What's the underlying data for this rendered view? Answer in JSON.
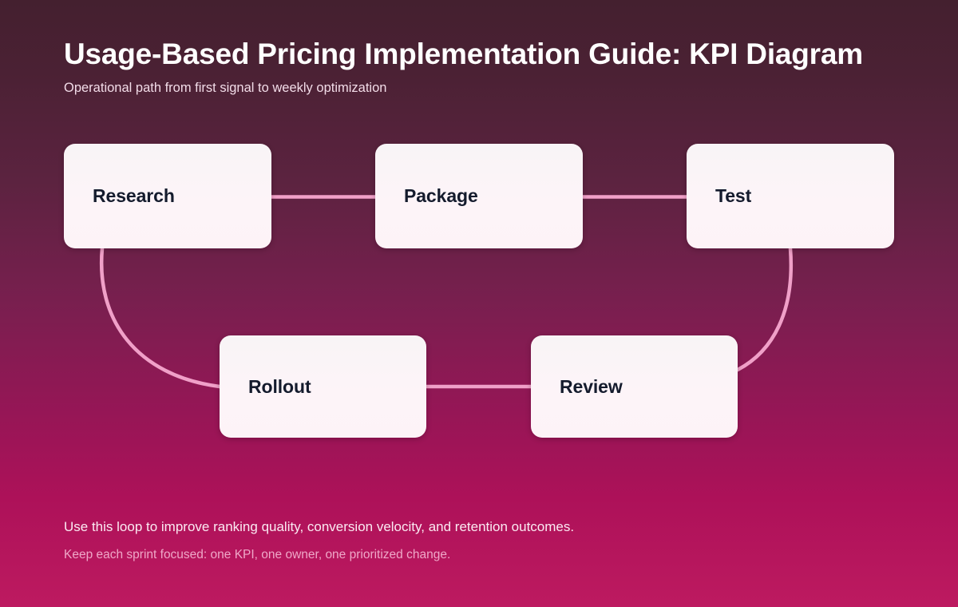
{
  "header": {
    "title": "Usage-Based Pricing Implementation Guide: KPI Diagram",
    "subtitle": "Operational path from first signal to weekly optimization"
  },
  "diagram": {
    "nodes": [
      {
        "id": "research",
        "label": "Research"
      },
      {
        "id": "package",
        "label": "Package"
      },
      {
        "id": "test",
        "label": "Test"
      },
      {
        "id": "rollout",
        "label": "Rollout"
      },
      {
        "id": "review",
        "label": "Review"
      }
    ],
    "edges": [
      {
        "from": "research",
        "to": "package",
        "style": "straight"
      },
      {
        "from": "package",
        "to": "test",
        "style": "straight"
      },
      {
        "from": "test",
        "to": "review",
        "style": "curved"
      },
      {
        "from": "rollout",
        "to": "review",
        "style": "straight"
      },
      {
        "from": "research",
        "to": "rollout",
        "style": "curved"
      }
    ],
    "edge_color": "#f0a0c8",
    "node_fill": "#fdf4f8",
    "node_text_color": "#141b2d"
  },
  "footer": {
    "primary": "Use this loop to improve ranking quality, conversion velocity, and retention outcomes.",
    "secondary": "Keep each sprint focused: one KPI, one owner, one prioritized change."
  },
  "theme": {
    "background_top": "#44202f",
    "background_bottom": "#bd1a60",
    "accent": "#f0a0c8",
    "title_color": "#ffffff",
    "subtitle_color": "#f2dce8"
  }
}
